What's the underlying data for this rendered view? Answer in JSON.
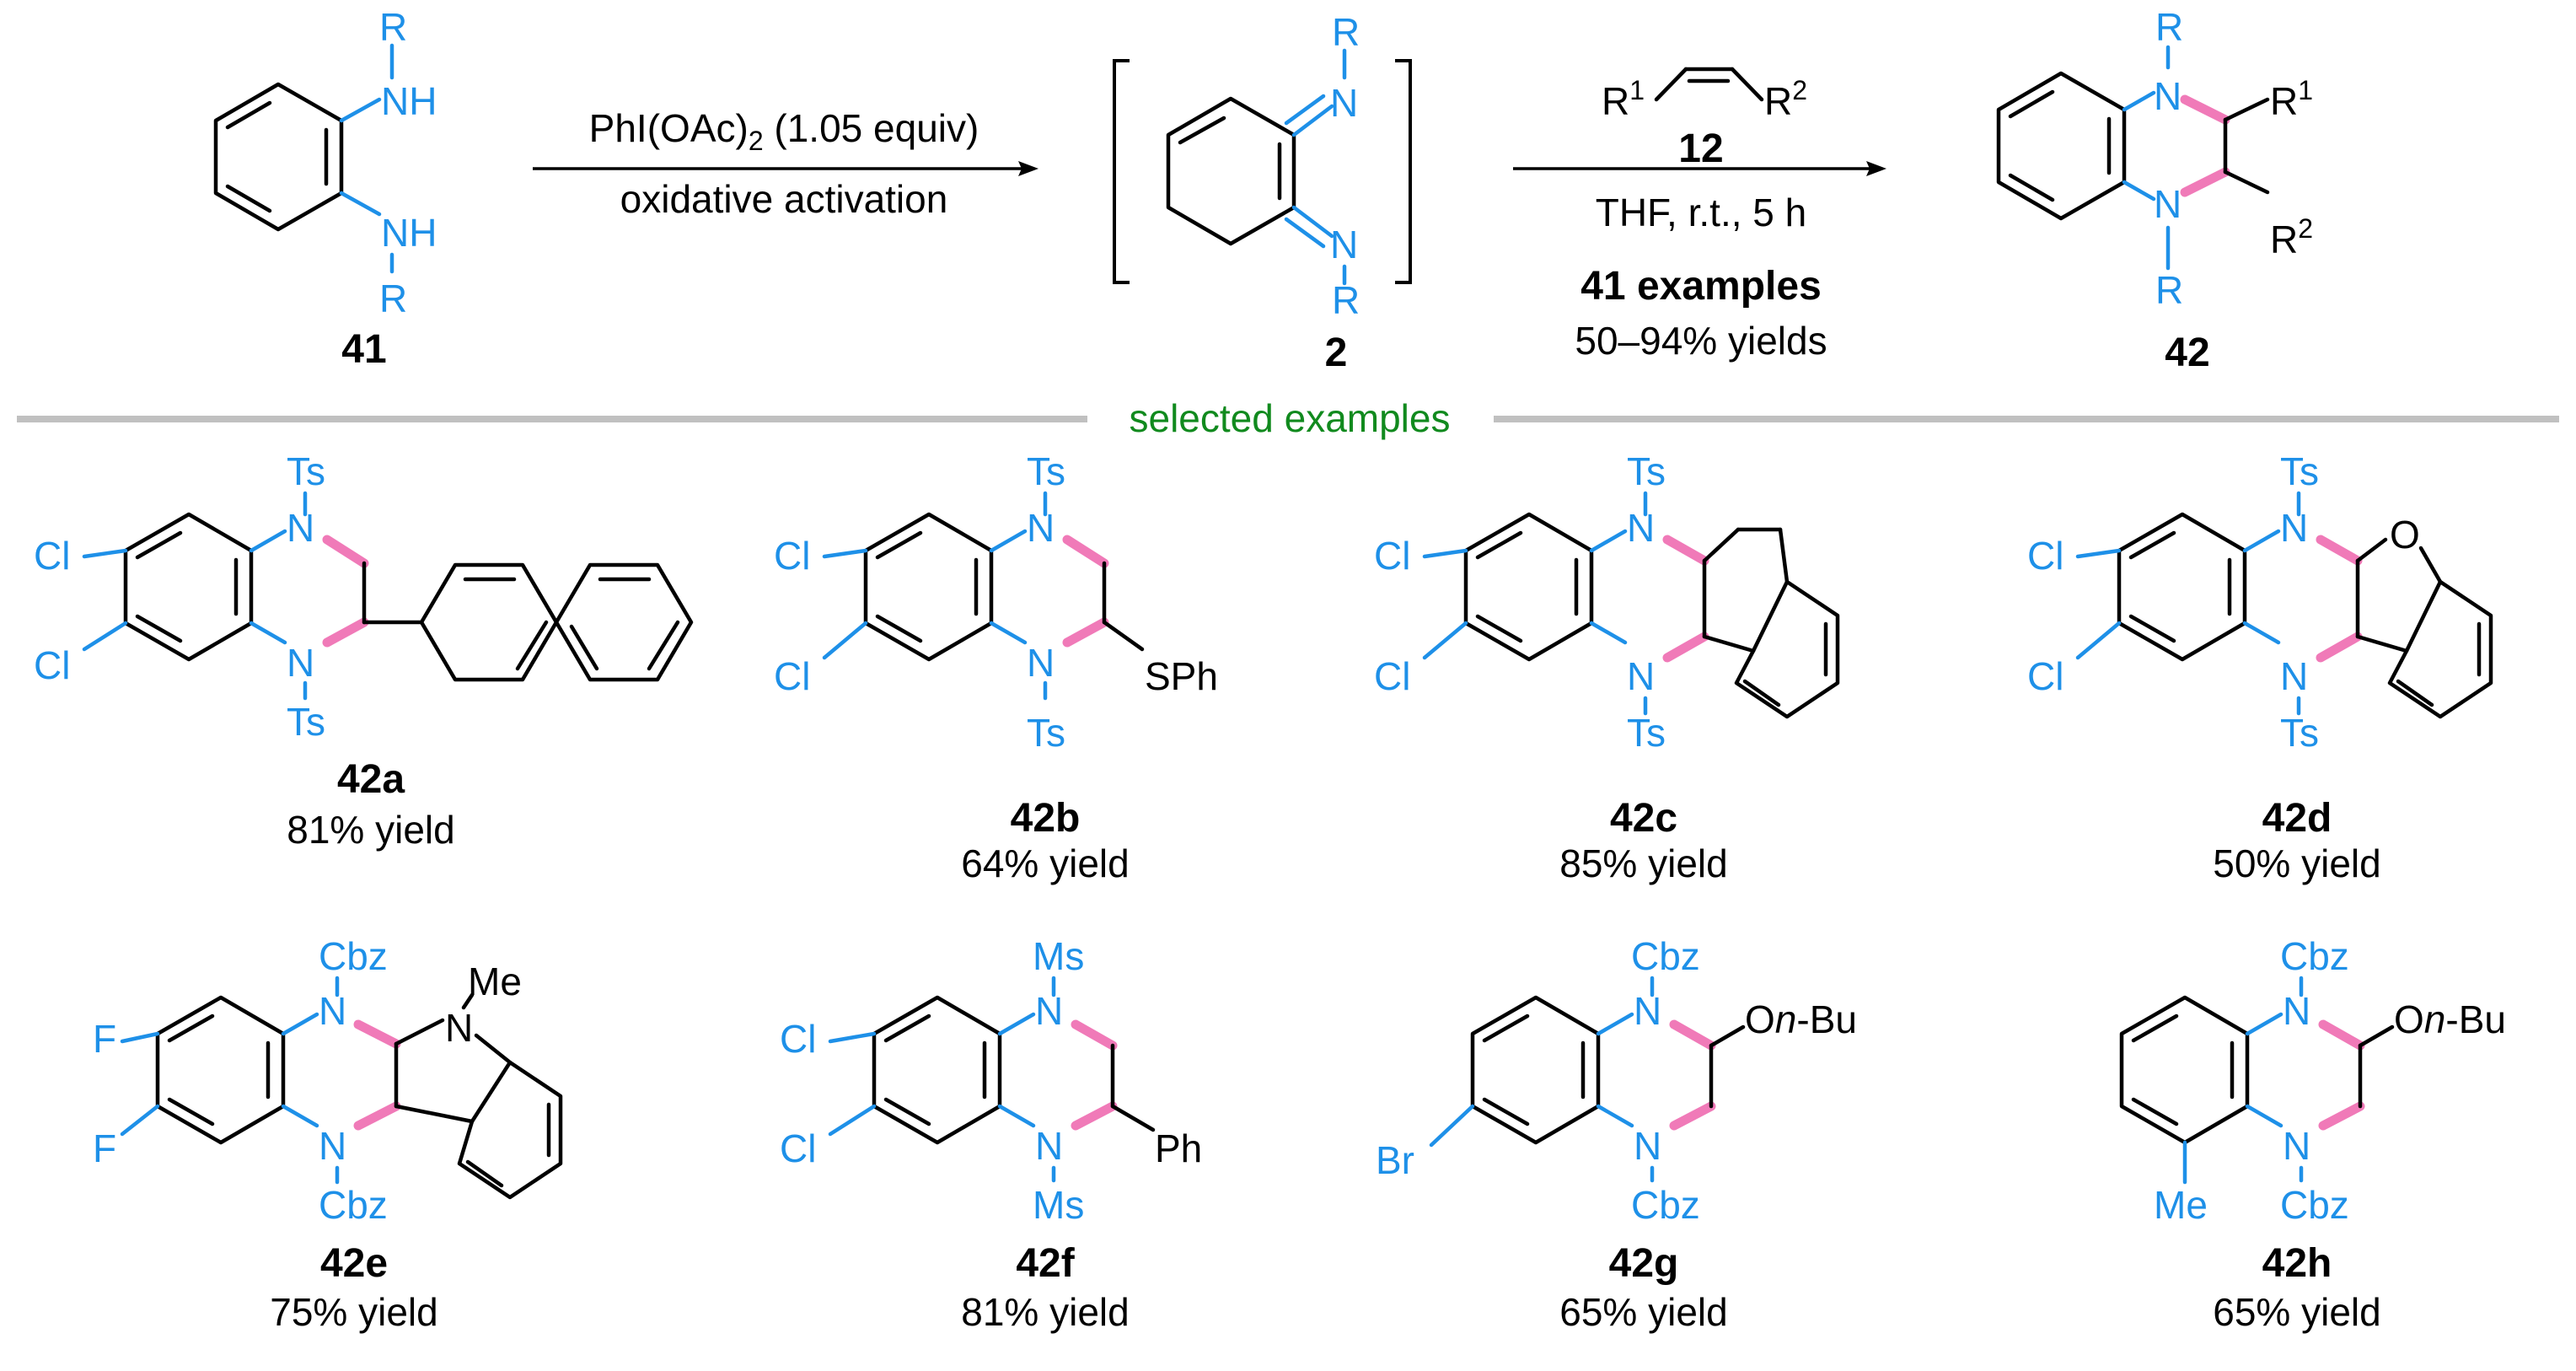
{
  "colors": {
    "substituent": "#1E90E8",
    "new_bond": "#F07AB8",
    "divider": "#C0C0C0",
    "section_label": "#118A1E"
  },
  "scheme": {
    "reactant": {
      "id": "41",
      "R": "R",
      "NH": "NH"
    },
    "step1": {
      "reagent": "PhI(OAc)",
      "reagent_sub": "2",
      "reagent_rest": " (1.05 equiv)",
      "note": "oxidative activation"
    },
    "intermediate": {
      "id": "2",
      "N": "N",
      "R": "R"
    },
    "step2": {
      "alkene_R1": "R",
      "alkene_R1_sup": "1",
      "alkene_R2": "R",
      "alkene_R2_sup": "2",
      "alkene_id": "12",
      "conditions": "THF, r.t., 5 h",
      "scope_count": "41 examples",
      "yield_range": "50–94% yields"
    },
    "product": {
      "id": "42",
      "N": "N",
      "R": "R",
      "R1": "R",
      "R1_sup": "1",
      "R2": "R",
      "R2_sup": "2"
    }
  },
  "section_label": "selected examples",
  "examples": [
    {
      "id": "42a",
      "yield": "81% yield",
      "pg": "Ts",
      "X1": "Cl",
      "X2": "Cl",
      "N": "N"
    },
    {
      "id": "42b",
      "yield": "64% yield",
      "pg": "Ts",
      "X1": "Cl",
      "X2": "Cl",
      "N": "N",
      "sub": "SPh"
    },
    {
      "id": "42c",
      "yield": "85% yield",
      "pg": "Ts",
      "X1": "Cl",
      "X2": "Cl",
      "N": "N"
    },
    {
      "id": "42d",
      "yield": "50% yield",
      "pg": "Ts",
      "X1": "Cl",
      "X2": "Cl",
      "N": "N",
      "O": "O"
    },
    {
      "id": "42e",
      "yield": "75% yield",
      "pg": "Cbz",
      "X1": "F",
      "X2": "F",
      "N": "N",
      "NMe_N": "N",
      "NMe": "Me"
    },
    {
      "id": "42f",
      "yield": "81% yield",
      "pg": "Ms",
      "X1": "Cl",
      "X2": "Cl",
      "N": "N",
      "sub": "Ph"
    },
    {
      "id": "42g",
      "yield": "65% yield",
      "pg": "Cbz",
      "X": "Br",
      "N": "N",
      "sub_pre": "O",
      "sub_it": "n",
      "sub_post": "-Bu"
    },
    {
      "id": "42h",
      "yield": "65% yield",
      "pg": "Cbz",
      "X": "Me",
      "N": "N",
      "sub_pre": "O",
      "sub_it": "n",
      "sub_post": "-Bu"
    }
  ]
}
